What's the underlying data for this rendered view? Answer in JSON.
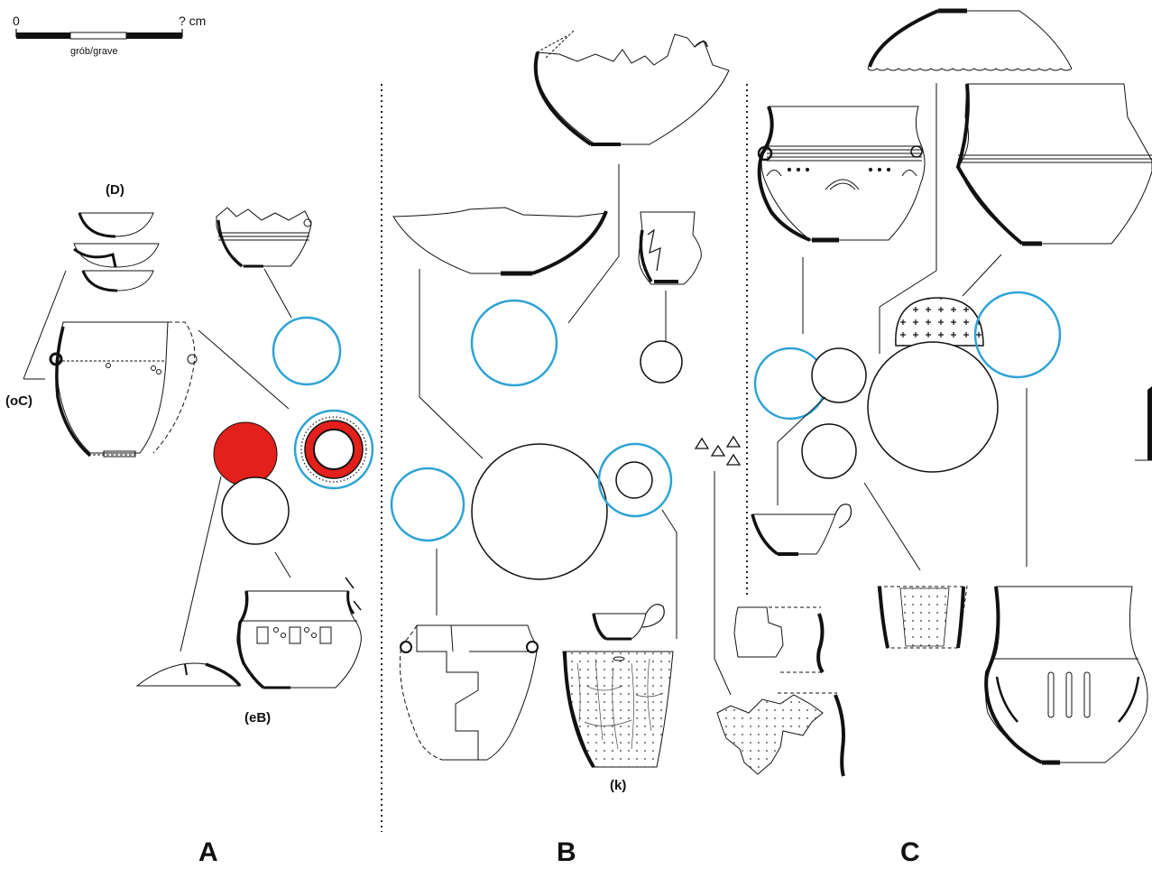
{
  "scale": {
    "zero": "0",
    "end": "? cm",
    "caption": "grób/grave"
  },
  "sections": {
    "a": "A",
    "b": "B",
    "c": "C"
  },
  "codes": {
    "d": "(D)",
    "oc": "(oC)",
    "eb": "(eB)",
    "k": "(k)"
  },
  "colors": {
    "highlight_blue": "#2ea3d5",
    "highlight_red": "#e3201b",
    "line": "#111111"
  },
  "icons": [
    "scale-bar-icon",
    "pottery-vessel-icon",
    "grave-circle-icon",
    "triangle-marker-icon",
    "north-arrow-icon"
  ]
}
